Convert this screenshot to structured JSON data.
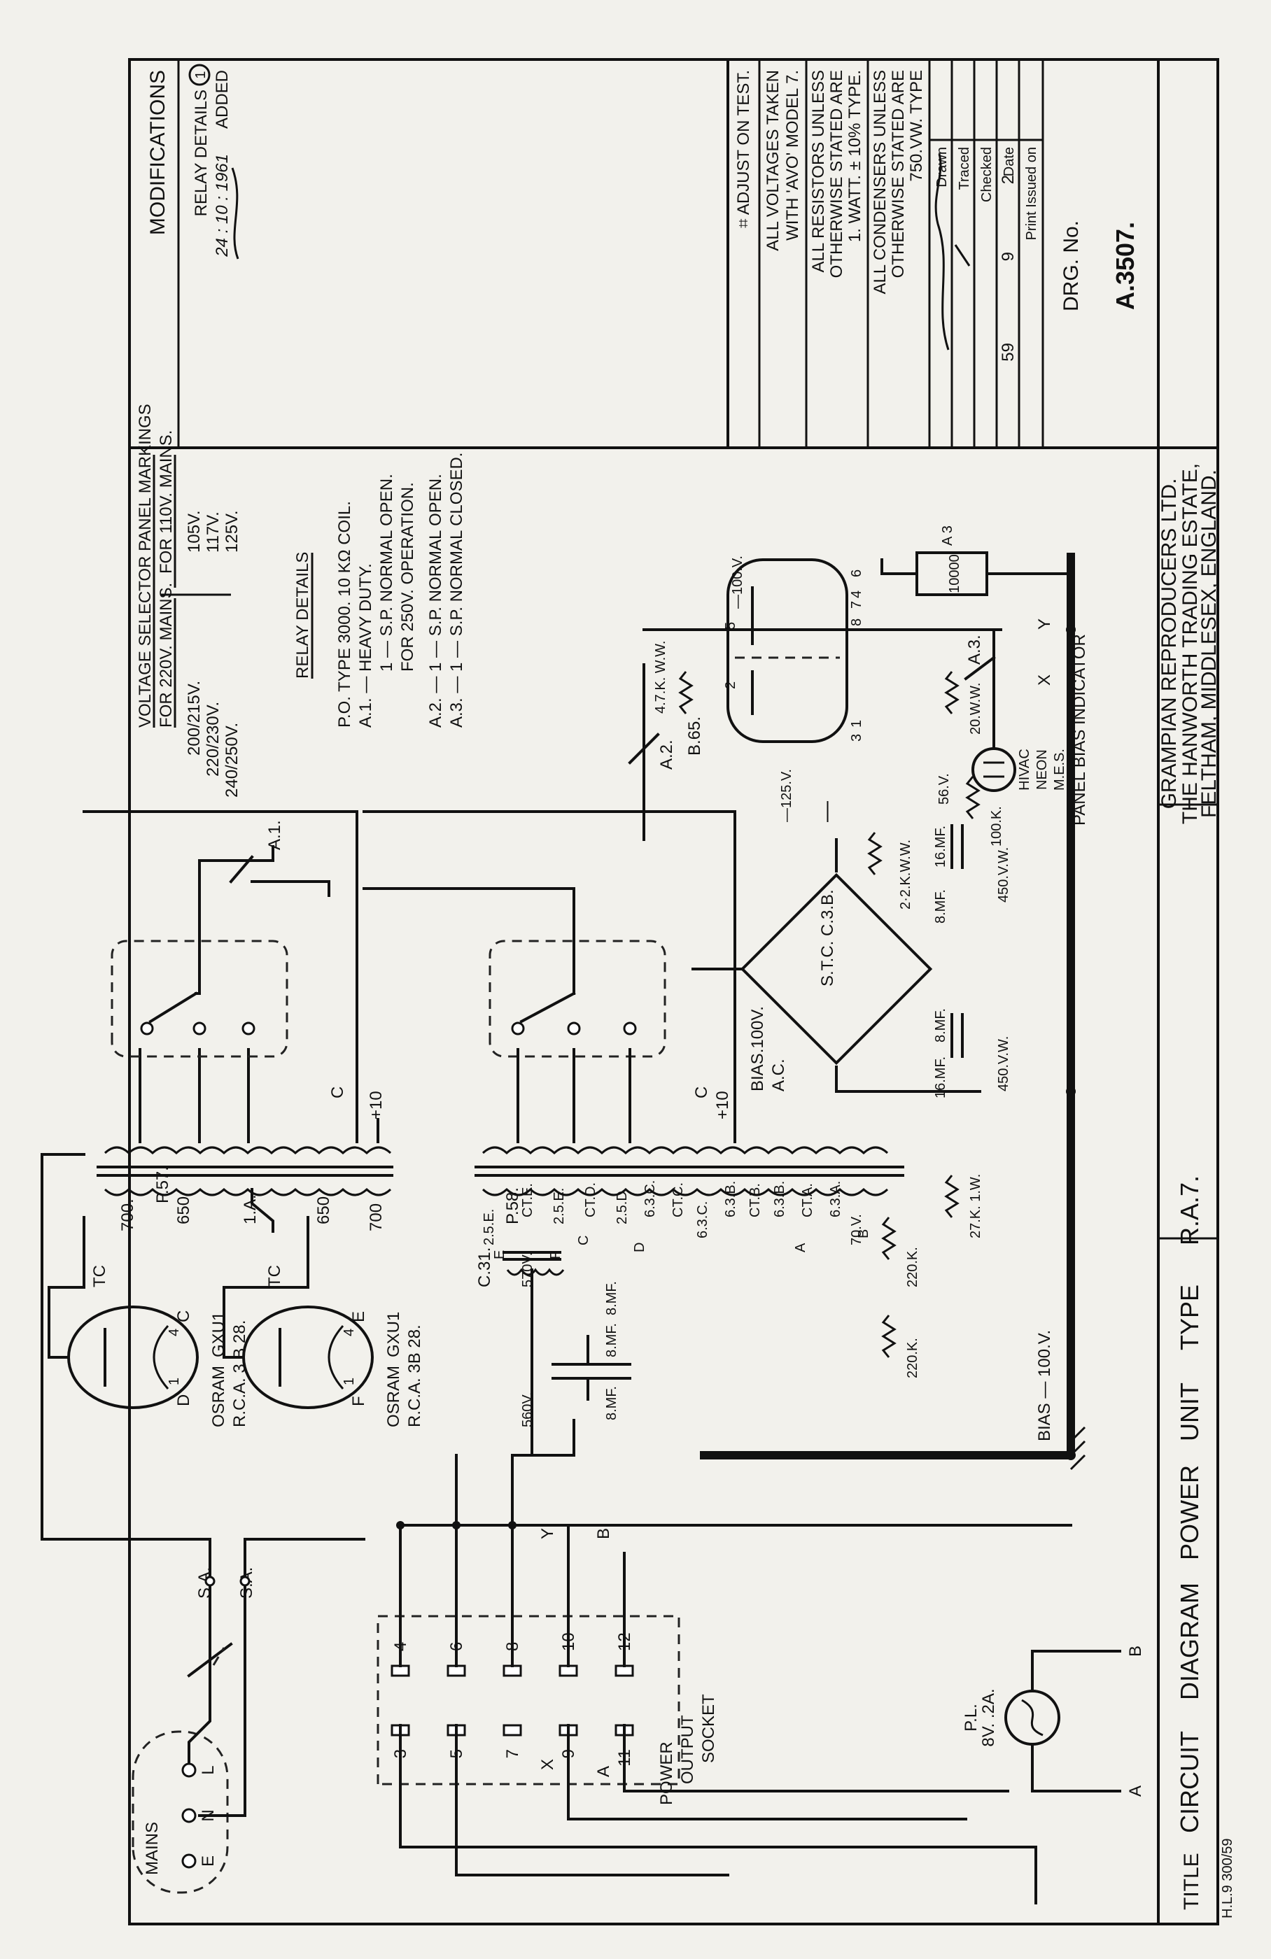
{
  "modifications": {
    "heading": "MODIFICATIONS",
    "item_number": "1",
    "line1": "RELAY DETAILS",
    "line2": "ADDED",
    "date": "24 : 10 : 1961"
  },
  "voltage_selector": {
    "heading": "VOLTAGE SELECTOR PANEL MARKINGS",
    "col1_heading": "FOR 220V. MAINS.",
    "col1_values": [
      "200/215V.",
      "220/230V.",
      "240/250V."
    ],
    "col2_heading": "FOR 110V. MAINS.",
    "col2_values": [
      "105V.",
      "117V.",
      "125V."
    ]
  },
  "relay_details": {
    "heading": "RELAY DETAILS",
    "lines": [
      "P.O. TYPE 3000. 10 KΩ COIL.",
      "A.1. — HEAVY DUTY.",
      "1 — S.P. NORMAL OPEN.",
      "FOR 250V. OPERATION.",
      "A.2. — 1 — S.P. NORMAL OPEN.",
      "A.3. — 1 — S.P. NORMAL CLOSED."
    ]
  },
  "notes": {
    "n1": "⌗ ADJUST ON TEST.",
    "n2a": "ALL VOLTAGES TAKEN",
    "n2b": "WITH 'AVO' MODEL 7.",
    "n3a": "ALL RESISTORS UNLESS",
    "n3b": "OTHERWISE STATED ARE",
    "n3c": "1. WATT. ± 10% TYPE.",
    "n4a": "ALL CONDENSERS UNLESS",
    "n4b": "OTHERWISE STATED ARE",
    "n4c": "750.VW. TYPE"
  },
  "signoff": {
    "drawn": "Drawn",
    "traced": "Traced",
    "checked": "Checked",
    "date_label": "Date",
    "date_values": [
      "2",
      "9",
      "59"
    ],
    "print_issued": "Print Issued on"
  },
  "drawing_number": {
    "label": "DRG. No.",
    "value": "A.3507."
  },
  "company": {
    "line1": "GRAMPIAN REPRODUCERS LTD.",
    "line2": "THE HANWORTH TRADING ESTATE,",
    "line3": "FELTHAM, MIDDLESEX, ENGLAND."
  },
  "title_block": {
    "label": "TITLE",
    "words": [
      "CIRCUIT",
      "DIAGRAM",
      "POWER",
      "UNIT",
      "TYPE",
      "R.A.7."
    ]
  },
  "form_ref": "H.L.9 300/59",
  "mains": {
    "label": "MAINS",
    "pins": [
      "E",
      "N",
      "L"
    ]
  },
  "pilot_lamp": {
    "label": "P.L.",
    "rating": "8V. .2A.",
    "end_a": "A",
    "end_b": "B"
  },
  "switch_label": "S.A.",
  "output_socket": {
    "label_lines": [
      "POWER",
      "OUTPUT",
      "SOCKET"
    ],
    "pins_bottom": [
      "3",
      "5",
      "7",
      "9",
      "11"
    ],
    "pins_top": [
      "4",
      "6",
      "8",
      "10",
      "12"
    ],
    "x_label": "X",
    "y_label": "Y",
    "a_label": "A",
    "b_label": "B"
  },
  "rectifiers": [
    {
      "maker": "OSRAM",
      "type": "GXU1",
      "equiv": "R.C.A. 3 B 28.",
      "tc": "TC",
      "pins": [
        "D",
        "C",
        "1",
        "4"
      ]
    },
    {
      "maker": "OSRAM",
      "type": "GXU1",
      "equiv": "R.C.A. 3B 28.",
      "tc": "TC",
      "pins": [
        "F",
        "E",
        "1",
        "4"
      ]
    }
  ],
  "transformers": {
    "t1": {
      "name": "P.57.",
      "taps_left": [
        "700.",
        "650",
        "1.A.",
        "650",
        "700"
      ],
      "tap_c": "C",
      "tap_plus": "+10",
      "relay_contact": "A.1."
    },
    "t2": {
      "name": "P.58.",
      "labels": [
        "2.5.E.",
        "CT.E.",
        "E",
        "F",
        "2.5.E.",
        "C",
        "CT.D.",
        "2.5.D.",
        "D",
        "6.3.C.",
        "CT.C.",
        "6.3.C.",
        "6.3.B.",
        "CT.B.",
        "6.3.B.",
        "A",
        "CT.A.",
        "6.3.A.",
        "B",
        "C",
        "+10",
        "BIAS.100V.",
        "A.C."
      ]
    }
  },
  "choke": {
    "name": "C.31.",
    "voltage_in": "570V.",
    "voltage_out": "560V."
  },
  "caps_hv": [
    "8.MF.",
    "8.MF.",
    "8.MF."
  ],
  "bias_supply": {
    "bridge": "S.T.C. C.3.B.",
    "res1": "2·2.K.W.W.",
    "caps": [
      "16.MF.",
      "8.MF.",
      "8.MF.",
      "16.MF."
    ],
    "cap_rating": "450.V.W.",
    "minus_label": "—",
    "bias_label": "BIAS — 100.V.",
    "v125": "—125.V.",
    "v100": "—100.V."
  },
  "resistors": {
    "r220k_a": "220.K.",
    "r220k_b": "220.K.",
    "r27k": "27.K. 1.W.",
    "v70": "70.V.",
    "r47k": "4.7.K. W.W.",
    "r100k": "100.K.",
    "v56": "56.V.",
    "r20": "20.W.W."
  },
  "valve": {
    "name": "B.65.",
    "pins": [
      "1",
      "2",
      "3",
      "4",
      "5",
      "6",
      "7",
      "8"
    ]
  },
  "relay_contacts": {
    "a2": "A.2.",
    "a3": "A.3.",
    "a3_label": "A 3"
  },
  "relay_coil": "10000",
  "neon": {
    "lines": [
      "HIVAC",
      "NEON",
      "M.E.S."
    ],
    "label": "PANEL BIAS INDICATOR"
  },
  "xy": {
    "x": "X",
    "y": "Y"
  }
}
